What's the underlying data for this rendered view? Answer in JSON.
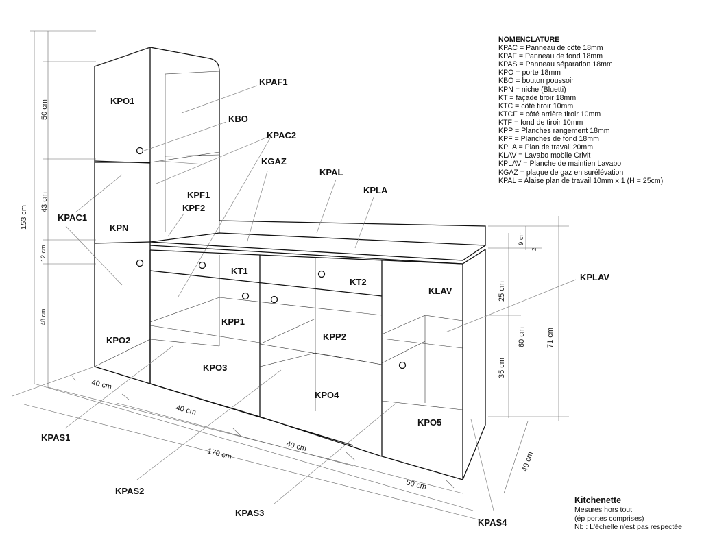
{
  "nomenclature": {
    "title": "NOMENCLATURE",
    "items": [
      "KPAC = Panneau de côté 18mm",
      "KPAF = Panneau de fond 18mm",
      "KPAS = Panneau séparation 18mm",
      "KPO = porte 18mm",
      "KBO = bouton poussoir",
      "KPN = niche (Bluetti)",
      "KT = façade tiroir 18mm",
      "KTC = côté tiroir 10mm",
      "KTCF = côté arrière tiroir 10mm",
      "KTF = fond de tiroir 10mm",
      "KPP = Planches rangement 18mm",
      "KPF = Planches de fond 18mm",
      "KPLA = Plan de travail 20mm",
      "KLAV = Lavabo mobile Crivit",
      "KPLAV = Planche de maintien Lavabo",
      "KGAZ = plaque de gaz en surélévation",
      "KPAL = Alaise plan de travail 10mm x 1 (H = 25cm)"
    ]
  },
  "note": {
    "title": "Kitchenette",
    "line1": "Mesures hors tout",
    "line2": "(ép portes comprises)",
    "line3": "Nb : L'échelle n'est pas respectée"
  },
  "parts": {
    "kpo1": "KPO1",
    "kpaf1": "KPAF1",
    "kbo": "KBO",
    "kpac2": "KPAC2",
    "kgaz": "KGAZ",
    "kpal": "KPAL",
    "kpla": "KPLA",
    "kpf1": "KPF1",
    "kpf2": "KPF2",
    "kpac1": "KPAC1",
    "kpn": "KPN",
    "kt1": "KT1",
    "kt2": "KT2",
    "klav": "KLAV",
    "kplav": "KPLAV",
    "kpp1": "KPP1",
    "kpp2": "KPP2",
    "kpo2": "KPO2",
    "kpo3": "KPO3",
    "kpo4": "KPO4",
    "kpo5": "KPO5",
    "kpas1": "KPAS1",
    "kpas2": "KPAS2",
    "kpas3": "KPAS3",
    "kpas4": "KPAS4"
  },
  "dimensions": {
    "d153": "153 cm",
    "d50": "50 cm",
    "d43": "43 cm",
    "d12": "12 cm",
    "d48": "48 cm",
    "d9": "9 cm",
    "d2": "2",
    "d25": "25 cm",
    "d60": "60 cm",
    "d71": "71 cm",
    "d35": "35 cm",
    "d40depth": "40 cm",
    "d40a": "40 cm",
    "d40b": "40 cm",
    "d40c": "40 cm",
    "d170": "170 cm",
    "d50w": "50 cm"
  }
}
